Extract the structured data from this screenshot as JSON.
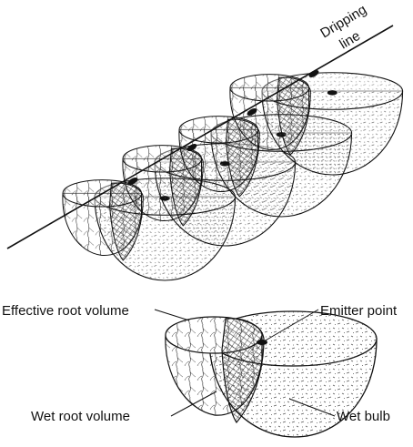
{
  "labels": {
    "dripping_line": [
      "Dripping",
      "line"
    ],
    "effective_root_volume": "Effective root volume",
    "emitter_point": "Emitter point",
    "wet_root_volume": "Wet root volume",
    "wet_bulb": "Wet bulb"
  },
  "colors": {
    "ink": "#111111",
    "hatch": "#333333",
    "stipple": "#555555",
    "background": "#ffffff"
  },
  "top_diagram": {
    "bulb_count": 4,
    "emitter_count": 4
  }
}
